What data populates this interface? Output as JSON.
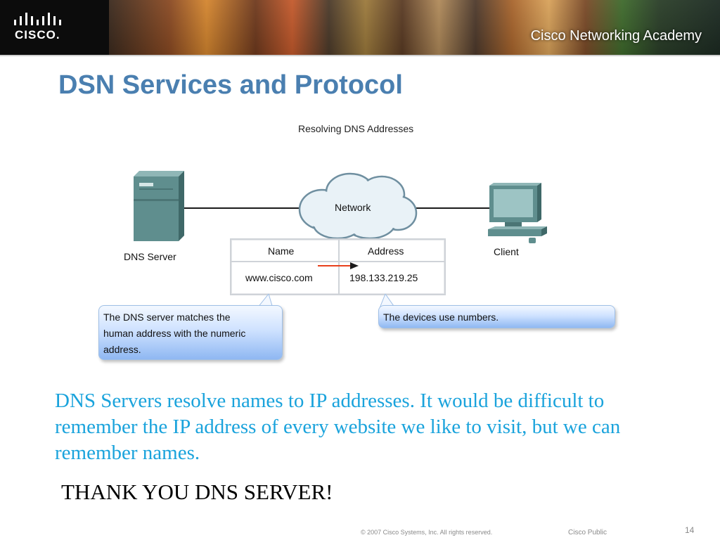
{
  "header": {
    "logo_text": "CISCO.",
    "academy_text": "Cisco Networking Academy"
  },
  "slide": {
    "title": "DSN Services and Protocol"
  },
  "diagram": {
    "title": "Resolving DNS Addresses",
    "network_label": "Network",
    "server_label": "DNS Server",
    "client_label": "Client",
    "table": {
      "col_name": "Name",
      "col_address": "Address",
      "name_value": "www.cisco.com",
      "address_value": "198.133.219.25"
    },
    "callout_server": [
      "The DNS server matches the",
      "human address with the numeric",
      "address."
    ],
    "callout_client": "The devices use numbers.",
    "arrow_color": "#e8401c"
  },
  "body": {
    "paragraph": "DNS Servers resolve names to IP addresses.  It would be difficult to remember the IP address of every website we like to visit, but we can remember names.",
    "thanks": "THANK YOU DNS SERVER!"
  },
  "footer": {
    "copyright": "© 2007 Cisco Systems, Inc. All rights reserved.",
    "classification": "Cisco Public",
    "page_number": "14"
  },
  "colors": {
    "title": "#4a7fb0",
    "body_text": "#1aa3dc",
    "device_teal": "#5f8e8e"
  }
}
